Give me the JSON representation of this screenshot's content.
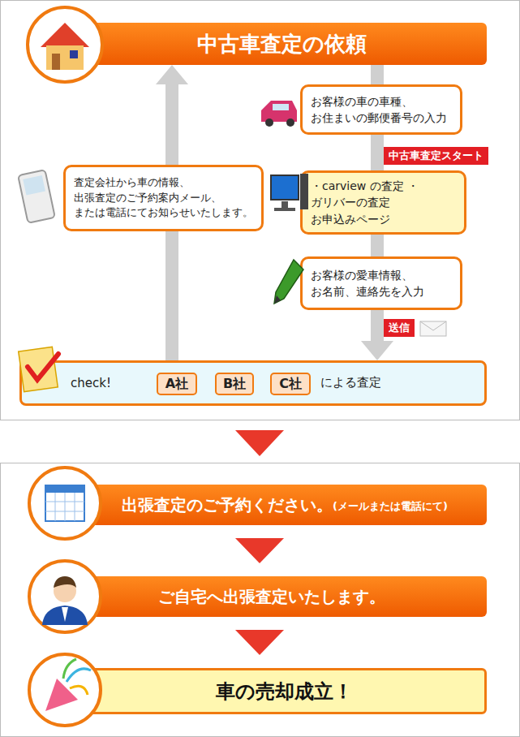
{
  "diagram": {
    "nodes": [
      {
        "text": [
          "中古車査定の依頼"
        ]
      },
      {
        "text": [
          "お客様の車の車種、 お住まいの郵便番号の入力"
        ]
      },
      {
        "text": [
          "・carview の査定 ・ガリバーの査定 お申込みページ"
        ]
      },
      {
        "text": [
          "お客様の愛車情報、 お名前、連絡先を入力"
        ]
      },
      {
        "text": [
          "check!",
          "による査定"
        ]
      },
      {
        "text": [
          "A社"
        ],
        "in": 4
      },
      {
        "text": [
          "B社"
        ],
        "in": 4
      },
      {
        "text": [
          "C社"
        ],
        "in": 4
      },
      {
        "text": [
          "査定会社から車の情報、 出張査定のご予約案内メール、 または電話にてお知らせいたします。"
        ]
      },
      {
        "text": [
          "出張査定のご予約ください。",
          "(メールまたは電話にて)"
        ]
      },
      {
        "text": [
          "ご自宅へ出張査定いたします。"
        ]
      },
      {
        "text": [
          "車の売却成立！"
        ]
      }
    ],
    "edges": [
      {
        "from": 0,
        "to": 1,
        "arrow": "none"
      },
      {
        "from": 1,
        "to": 2,
        "label": "中古車査定スタート",
        "arrow": "none"
      },
      {
        "from": 2,
        "to": 3,
        "arrow": "none"
      },
      {
        "from": 3,
        "to": 4,
        "label": "送信",
        "arrow": "to"
      },
      {
        "from": 4,
        "to": 8,
        "arrow": "none"
      },
      {
        "from": 8,
        "to": 0,
        "arrow": "to"
      },
      {
        "from": 4,
        "to": 9,
        "arrow": "to"
      },
      {
        "from": 9,
        "to": 10,
        "arrow": "to"
      },
      {
        "from": 10,
        "to": 11,
        "arrow": "to"
      }
    ]
  }
}
